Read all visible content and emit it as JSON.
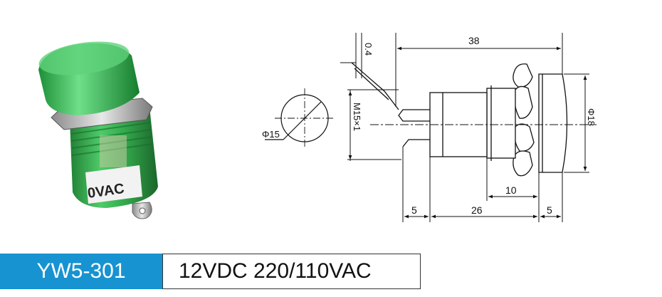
{
  "product": {
    "model": "YW5-301",
    "voltage_spec": "12VDC 220/110VAC",
    "body_print": "0VAC"
  },
  "drawing": {
    "dim_total_length": "38",
    "dim_lens_thickness": "0.4",
    "dim_thread": "M15×1",
    "dim_lens_diameter": "Φ18",
    "dim_panel_hole": "Φ15",
    "dim_threaded_section": "10",
    "dim_terminal_length": "5",
    "dim_body_length": "26",
    "dim_lens_depth": "5"
  },
  "colors": {
    "lens_green": "#2db44a",
    "label_blue": "#1793d1",
    "line": "#111111"
  }
}
